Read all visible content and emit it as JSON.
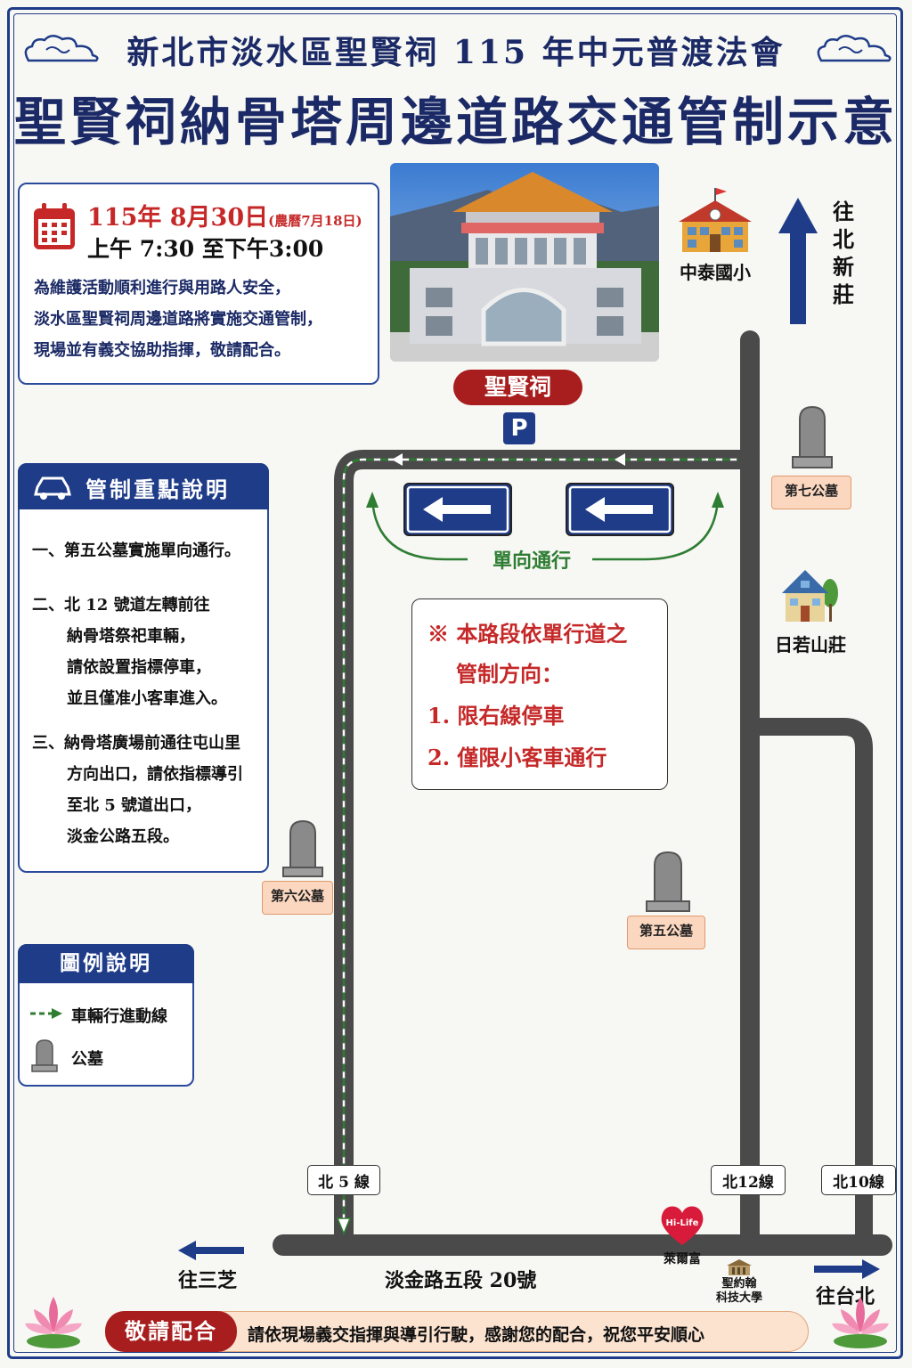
{
  "header": {
    "subtitle": "新北市淡水區聖賢祠 115 年中元普渡法會",
    "title": "聖賢祠納骨塔周邊道路交通管制示意圖"
  },
  "schedule": {
    "date": "115年 8月30日",
    "lunar": "(農曆7月18日)",
    "time": "上午 7:30 至下午3:00",
    "notice": [
      "為維護活動順利進行與用路人安全，",
      "淡水區聖賢祠周邊道路將實施交通管制，",
      "現場並有義交協助指揮，敬請配合。"
    ]
  },
  "shrine": {
    "name": "聖賢祠",
    "parking": "P"
  },
  "rules": {
    "title": "管制重點說明",
    "items": [
      "一、第五公墓實施單向通行。",
      "二、北 12 號道左轉前往",
      "納骨塔祭祀車輛，",
      "請依設置指標停車，",
      "並且僅准小客車進入。",
      "三、納骨塔廣場前通往屯山里",
      "方向出口，請依指標導引",
      "至北 5 號道出口，",
      "淡金公路五段。"
    ]
  },
  "legend": {
    "title": "圖例說明",
    "route": "車輛行進動線",
    "cemetery": "公墓"
  },
  "map": {
    "one_way": "單向通行",
    "note": {
      "line1": "※ 本路段依單行道之",
      "line2": "管制方向：",
      "item1": "1. 限右線停車",
      "item2": "2. 僅限小客車通行"
    },
    "places": {
      "school": "中泰國小",
      "villa": "日若山莊",
      "hilife": "萊爾富",
      "hilife_logo": "Hi-Life",
      "university_line1": "聖約翰",
      "university_line2": "科技大學"
    },
    "cemeteries": {
      "c7": "第七公墓",
      "c6": "第六公墓",
      "c5": "第五公墓"
    },
    "roads": {
      "n5": "北 5 線",
      "n12": "北12線",
      "n10": "北10線",
      "main": "淡金路五段 20號"
    },
    "directions": {
      "north": [
        "往",
        "北",
        "新",
        "莊"
      ],
      "west": "往三芝",
      "east": "往台北"
    }
  },
  "footer": {
    "badge": "敬請配合",
    "message": "請依現場義交指揮與導引行駛，感謝您的配合，祝您平安順心"
  },
  "colors": {
    "navy": "#1f3c88",
    "red": "#a81d1d",
    "green": "#2e7d32",
    "road": "#4a4a4a"
  }
}
